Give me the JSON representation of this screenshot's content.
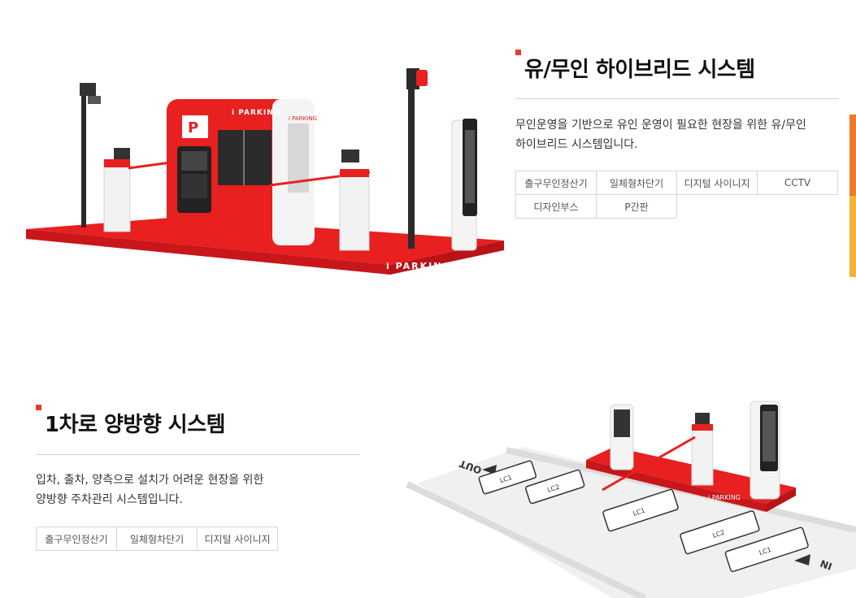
{
  "colors": {
    "accent": "#e63b2e",
    "red": "#e8201f",
    "orange": "#f07a2a",
    "yellow": "#f6b232"
  },
  "section1": {
    "title": "유/무인 하이브리드 시스템",
    "desc_line1": "무인운영을 기반으로 유인 운영이 필요한 현장을 위한 유/무인",
    "desc_line2": "하이브리드 시스템입니다.",
    "tags": [
      "출구무인정산기",
      "일체형차단기",
      "디지털 사이니지",
      "CCTV",
      "디자인부스",
      "P간판"
    ],
    "image": {
      "brand": "i PARKING",
      "booth_brand": "i PARKING",
      "p_logo": "P"
    }
  },
  "section2": {
    "title": "1차로 양방향 시스템",
    "desc_line1": "입차, 출차, 양측으로 설치가 어려운 현장을 위한",
    "desc_line2": "양방향 주차관리 시스템입니다.",
    "tags": [
      "출구무인정산기",
      "일체형차단기",
      "디지털 사이니지"
    ],
    "image": {
      "brand": "i PARKING",
      "out_label": "OUT",
      "in_label": "IN",
      "slot_label": "LC1",
      "slot_label2": "LC2"
    }
  }
}
